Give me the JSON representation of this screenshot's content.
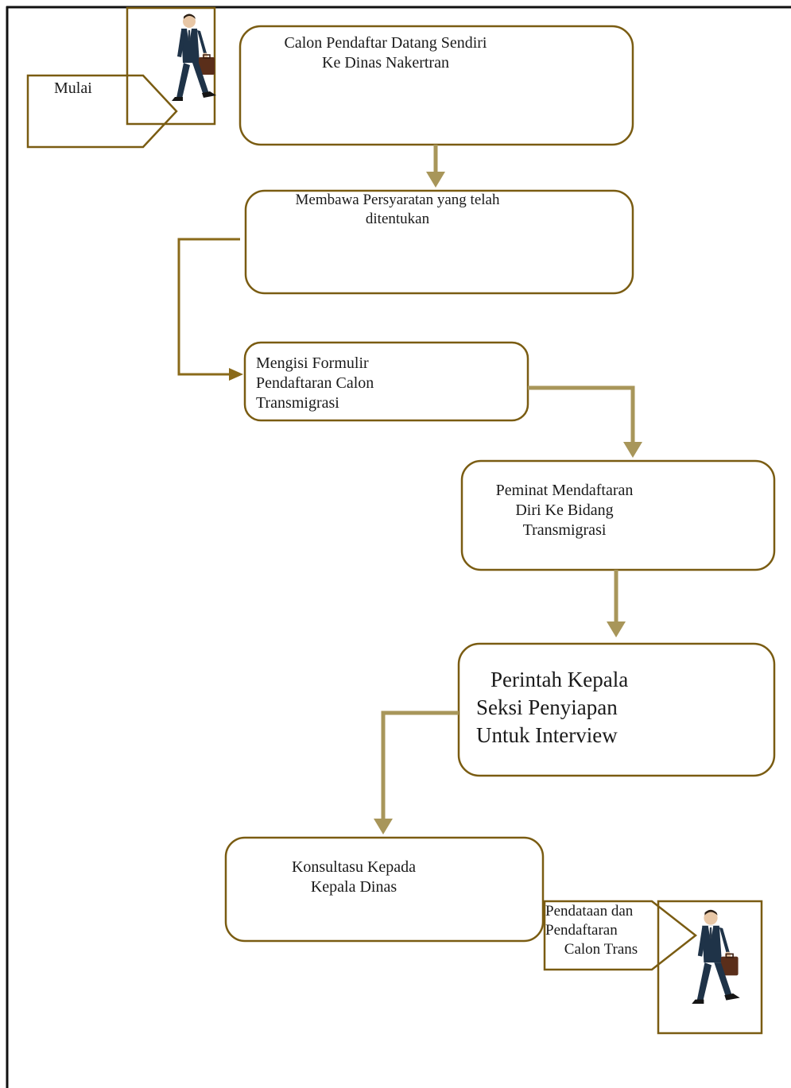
{
  "diagram": {
    "type": "flowchart",
    "colors": {
      "box_border": "#7a5c12",
      "arrow": "#a8965a",
      "connector": "#8a6a1a",
      "frame": "#111111",
      "suit": "#1f3348",
      "skin": "#e8c7a6",
      "briefcase": "#5a2e1a"
    },
    "start_label": "Mulai",
    "end_label": [
      "Pendataan dan",
      "Pendaftaran",
      "Calon Trans"
    ],
    "steps": [
      {
        "id": "step1",
        "lines": [
          "Calon Pendaftar Datang Sendiri",
          "Ke Dinas Nakertran"
        ]
      },
      {
        "id": "step2",
        "lines": [
          "Membawa Persyaratan yang telah",
          "ditentukan"
        ]
      },
      {
        "id": "step3",
        "lines": [
          "Mengisi Formulir",
          "Pendaftaran Calon",
          "Transmigrasi"
        ]
      },
      {
        "id": "step4",
        "lines": [
          "Peminat Mendaftaran",
          "Diri Ke Bidang",
          "Transmigrasi"
        ]
      },
      {
        "id": "step5",
        "lines": [
          "Perintah Kepala",
          "Seksi Penyiapan",
          "Untuk Interview"
        ]
      },
      {
        "id": "step6",
        "lines": [
          "Konsultasu Kepada",
          "Kepala Dinas"
        ]
      }
    ],
    "icons": {
      "start_figure": "walking-businessman-icon",
      "end_figure": "walking-businessman-icon"
    }
  }
}
